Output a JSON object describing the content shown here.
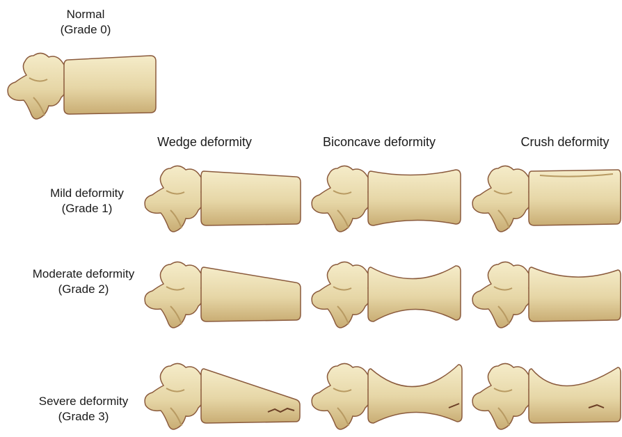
{
  "normal": {
    "title": "Normal",
    "grade": "(Grade 0)"
  },
  "columns": [
    "Wedge deformity",
    "Biconcave deformity",
    "Crush deformity"
  ],
  "rows": [
    {
      "title": "Mild deformity",
      "grade": "(Grade 1)"
    },
    {
      "title": "Moderate deformity",
      "grade": "(Grade 2)"
    },
    {
      "title": "Severe deformity",
      "grade": "(Grade 3)"
    }
  ],
  "colors": {
    "bone_fill": "#e6d6a6",
    "bone_light": "#f5ecc9",
    "bone_outline": "#8a5a3c",
    "bone_shadow": "#b89a62"
  }
}
